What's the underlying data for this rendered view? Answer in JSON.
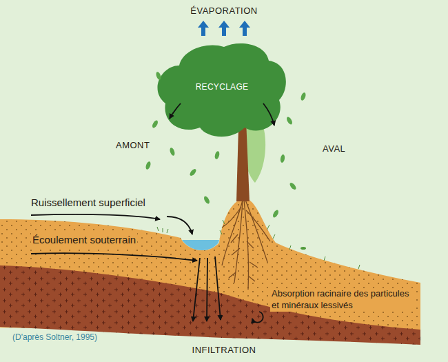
{
  "diagram": {
    "labels": [
      "ÉVAPORATION",
      "RECYCLAGE",
      "AMONT",
      "AVAL",
      "Ruissellement superficiel",
      "Écoulement souterrain",
      "Absorption racinaire des particules et minéraux lessivés",
      "(D'après Soltner, 1995)",
      "INFILTRATION"
    ]
  }
}
